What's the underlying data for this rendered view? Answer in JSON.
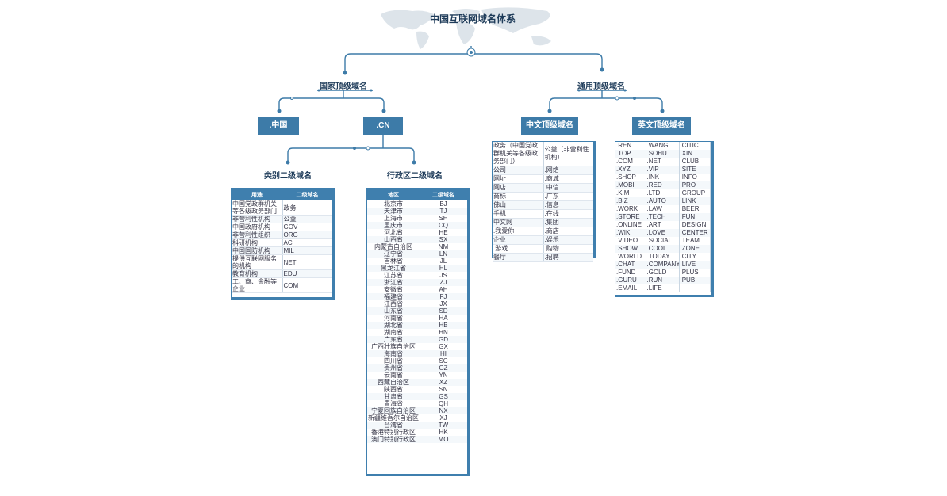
{
  "title": "中国互联网域名体系",
  "level1": {
    "national": "国家顶级域名",
    "generic": "通用顶级域名"
  },
  "level2": {
    "zhongguo": ".中国",
    "cn": ".CN",
    "chinese": "中文顶级域名",
    "english": "英文顶级域名"
  },
  "level3": {
    "category": "类别二级域名",
    "region": "行政区二级域名"
  },
  "category_table": {
    "headers": [
      "用途",
      "二级域名"
    ],
    "rows": [
      [
        "中国党政群机关等各级政务部门",
        "政务"
      ],
      [
        "非营利性机构",
        "公益"
      ],
      [
        "中国政府机构",
        "GOV"
      ],
      [
        "非营利性组织",
        "ORG"
      ],
      [
        "科研机构",
        "AC"
      ],
      [
        "中国国防机构",
        "MIL"
      ],
      [
        "提供互联网服务的机构",
        "NET"
      ],
      [
        "教育机构",
        "EDU"
      ],
      [
        "工、商、金融等企业",
        "COM"
      ]
    ]
  },
  "region_table": {
    "headers": [
      "地区",
      "二级域名"
    ],
    "rows": [
      [
        "北京市",
        "BJ"
      ],
      [
        "天津市",
        "TJ"
      ],
      [
        "上海市",
        "SH"
      ],
      [
        "重庆市",
        "CQ"
      ],
      [
        "河北省",
        "HE"
      ],
      [
        "山西省",
        "SX"
      ],
      [
        "内蒙古自治区",
        "NM"
      ],
      [
        "辽宁省",
        "LN"
      ],
      [
        "吉林省",
        "JL"
      ],
      [
        "黑龙江省",
        "HL"
      ],
      [
        "江苏省",
        "JS"
      ],
      [
        "浙江省",
        "ZJ"
      ],
      [
        "安徽省",
        "AH"
      ],
      [
        "福建省",
        "FJ"
      ],
      [
        "江西省",
        "JX"
      ],
      [
        "山东省",
        "SD"
      ],
      [
        "河南省",
        "HA"
      ],
      [
        "湖北省",
        "HB"
      ],
      [
        "湖南省",
        "HN"
      ],
      [
        "广东省",
        "GD"
      ],
      [
        "广西壮族自治区",
        "GX"
      ],
      [
        "海南省",
        "HI"
      ],
      [
        "四川省",
        "SC"
      ],
      [
        "贵州省",
        "GZ"
      ],
      [
        "云南省",
        "YN"
      ],
      [
        "西藏自治区",
        "XZ"
      ],
      [
        "陕西省",
        "SN"
      ],
      [
        "甘肃省",
        "GS"
      ],
      [
        "青海省",
        "QH"
      ],
      [
        "宁夏回族自治区",
        "NX"
      ],
      [
        "新疆维吾尔自治区",
        "XJ"
      ],
      [
        "台湾省",
        "TW"
      ],
      [
        "香港特别行政区",
        "HK"
      ],
      [
        "澳门特别行政区",
        "MO"
      ]
    ]
  },
  "chinese_table": {
    "rows": [
      [
        "政务（中国党政群机关等各级政务部门）",
        "公益（非营利性机构）"
      ],
      [
        "公司",
        ".网络"
      ],
      [
        "网址",
        ".商城"
      ],
      [
        "网店",
        ".中信"
      ],
      [
        "商标",
        ".广东"
      ],
      [
        "佛山",
        ".信息"
      ],
      [
        "手机",
        ".在线"
      ],
      [
        "中文网",
        ".集团"
      ],
      [
        ".我爱你",
        ".商店"
      ],
      [
        "企业",
        ".娱乐"
      ],
      [
        ".游戏",
        ".购物"
      ],
      [
        "餐厅",
        ".招聘"
      ]
    ]
  },
  "english_table": {
    "rows": [
      [
        ".REN",
        ".WANG",
        ".CITIC"
      ],
      [
        ".TOP",
        ".SOHU",
        ".XIN"
      ],
      [
        ".COM",
        ".NET",
        ".CLUB"
      ],
      [
        ".XYZ",
        ".VIP",
        ".SITE"
      ],
      [
        ".SHOP",
        ".INK",
        ".INFO"
      ],
      [
        ".MOBI",
        ".RED",
        ".PRO"
      ],
      [
        ".KIM",
        ".LTD",
        ".GROUP"
      ],
      [
        ".BIZ",
        ".AUTO",
        ".LINK"
      ],
      [
        ".WORK",
        ".LAW",
        ".BEER"
      ],
      [
        ".STORE",
        ".TECH",
        ".FUN"
      ],
      [
        ".ONLINE",
        ".ART",
        ".DESIGN"
      ],
      [
        ".WIKI",
        ".LOVE",
        ".CENTER"
      ],
      [
        ".VIDEO",
        ".SOCIAL",
        ".TEAM"
      ],
      [
        ".SHOW",
        ".COOL",
        ".ZONE"
      ],
      [
        ".WORLD",
        ".TODAY",
        ".CITY"
      ],
      [
        ".CHAT",
        ".COMPANY",
        ".LIVE"
      ],
      [
        ".FUND",
        ".GOLD",
        ".PLUS"
      ],
      [
        ".GURU",
        ".RUN",
        ".PUB"
      ],
      [
        ".EMAIL",
        ".LIFE",
        ""
      ]
    ]
  }
}
